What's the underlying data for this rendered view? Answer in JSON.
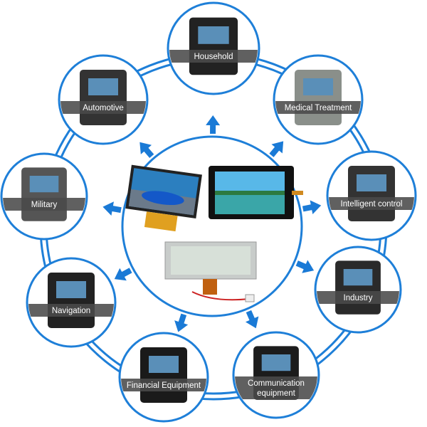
{
  "colors": {
    "ring": "#1e7fd8",
    "arrow": "#1a7ad6",
    "band": "#4a4a4a"
  },
  "center": {
    "items": [
      "car-display-lcd",
      "tablet-touch-display",
      "character-lcd-module"
    ]
  },
  "applications": [
    {
      "id": "household",
      "label": [
        "Household"
      ]
    },
    {
      "id": "medical-treatment",
      "label": [
        "Medical Treatment"
      ]
    },
    {
      "id": "intelligent-control",
      "label": [
        "Intelligent control"
      ]
    },
    {
      "id": "industry",
      "label": [
        "Industry"
      ]
    },
    {
      "id": "communication-equipment",
      "label": [
        "Communication",
        "equipment"
      ]
    },
    {
      "id": "financial-equipment",
      "label": [
        "Financial Equipment"
      ]
    },
    {
      "id": "navigation",
      "label": [
        "Navigation"
      ]
    },
    {
      "id": "military",
      "label": [
        "Military"
      ]
    },
    {
      "id": "automotive",
      "label": [
        "Automotive"
      ]
    }
  ]
}
